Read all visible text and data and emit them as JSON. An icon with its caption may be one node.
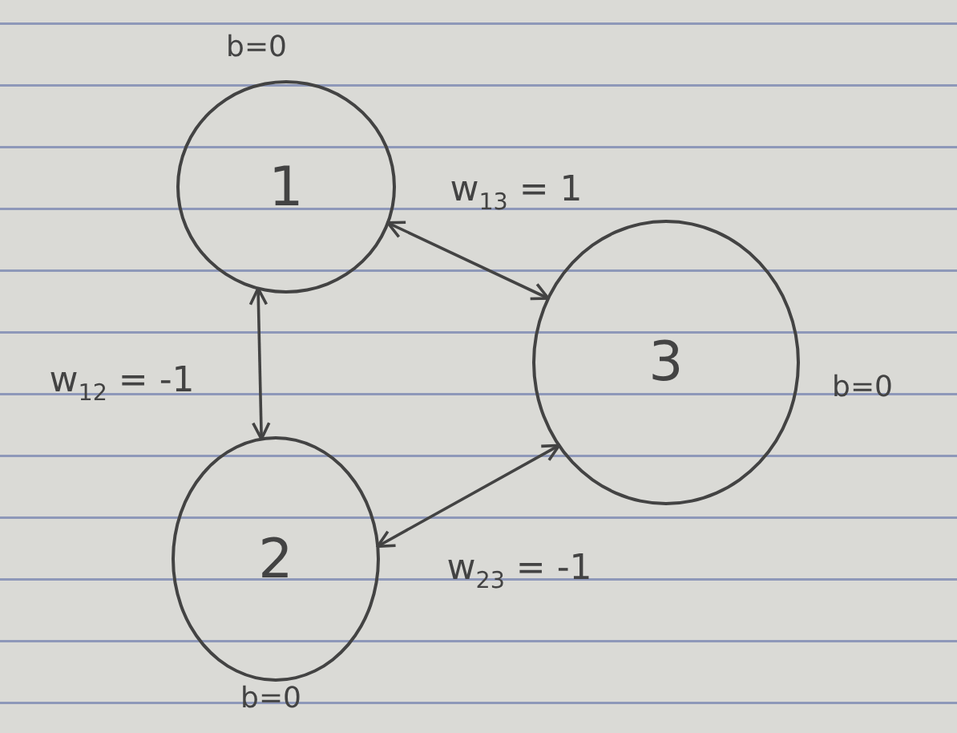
{
  "diagram": {
    "nodes": [
      {
        "text": [
          "1"
        ],
        "beside": [
          "b=0"
        ]
      },
      {
        "text": [
          "2"
        ],
        "beside": [
          "b=0"
        ]
      },
      {
        "text": [
          "3"
        ],
        "beside": [
          "b=0"
        ]
      }
    ],
    "edges": [
      {
        "from": 0,
        "to": 2,
        "arrow": "both",
        "label": "w$_{13}$ = 1"
      },
      {
        "from": 0,
        "to": 1,
        "arrow": "both",
        "label": "w$_{12}$ = -1"
      },
      {
        "from": 1,
        "to": 2,
        "arrow": "both",
        "label": "w$_{23}$ = -1"
      }
    ]
  }
}
